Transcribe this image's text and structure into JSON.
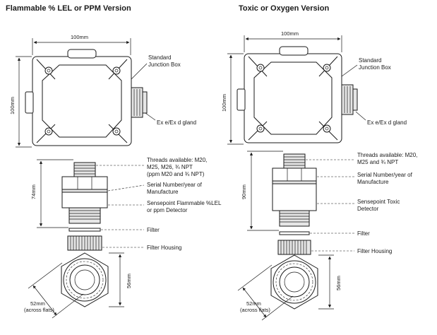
{
  "left": {
    "heading": "Flammable % LEL or PPM Version",
    "dim_width": "100mm",
    "dim_height": "100mm",
    "dim_sensor": "74mm",
    "dim_across_flats": "56mm",
    "dim_hex": "52mm",
    "dim_hex_note": "(across flats)",
    "label_junction_box": [
      "Standard",
      "Junction Box"
    ],
    "label_gland": "Ex e/Ex d gland",
    "label_threads": [
      "Threads available: M20,",
      "M25, M26, ¾ NPT",
      "(ppm M20 and ¾ NPT)"
    ],
    "label_serial": [
      "Serial Number/year of",
      "Manufacture"
    ],
    "label_detector": [
      "Sensepoint Flammable %LEL",
      "or ppm Detector"
    ],
    "label_filter": "Filter",
    "label_filter_housing": "Filter Housing"
  },
  "right": {
    "heading": "Toxic or Oxygen Version",
    "dim_width": "100mm",
    "dim_height": "100mm",
    "dim_sensor": "90mm",
    "dim_across_flats": "56mm",
    "dim_hex": "52mm",
    "dim_hex_note": "(across flats)",
    "label_junction_box": [
      "Standard",
      "Junction Box"
    ],
    "label_gland": "Ex e/Ex d gland",
    "label_threads": [
      "Threads available: M20,",
      "M25 and ¾ NPT"
    ],
    "label_serial": [
      "Serial Number/year of",
      "Manufacture"
    ],
    "label_detector": [
      "Sensepoint Toxic",
      "Detector"
    ],
    "label_filter": "Filter",
    "label_filter_housing": "Filter Housing"
  }
}
